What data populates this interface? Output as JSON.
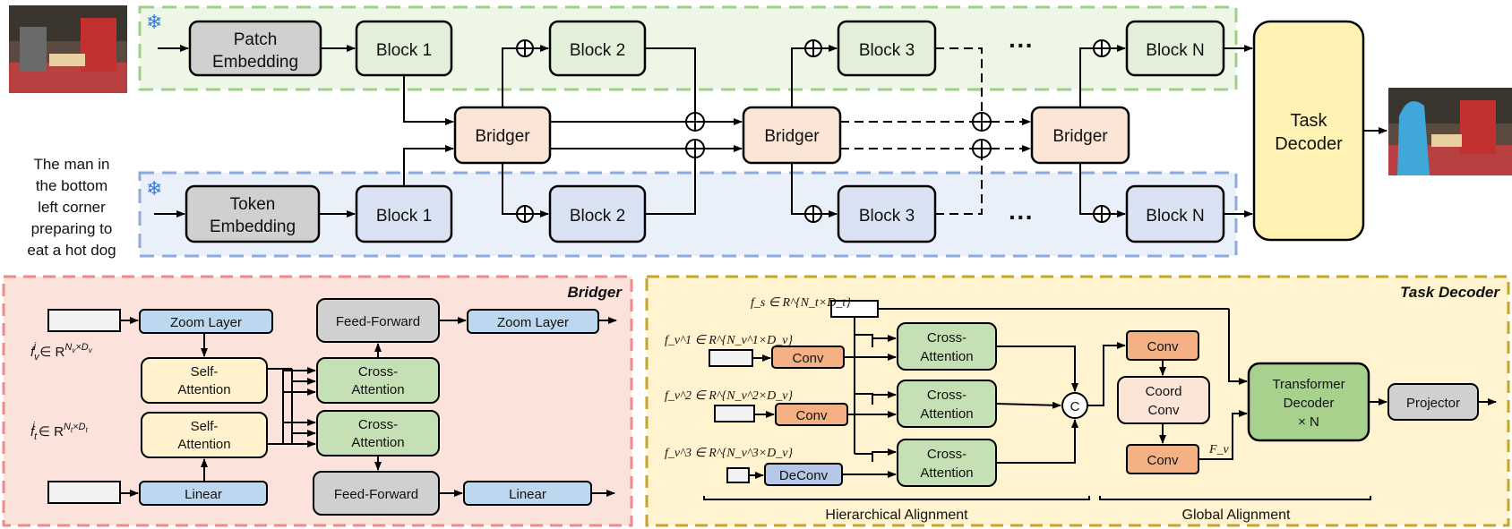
{
  "top": {
    "patch_embedding": [
      "Patch",
      "Embedding"
    ],
    "token_embedding": [
      "Token",
      "Embedding"
    ],
    "block1": "Block 1",
    "block2": "Block 2",
    "block3": "Block 3",
    "blockN": "Block N",
    "bridger": "Bridger",
    "ellipsis": "···",
    "task_decoder": [
      "Task",
      "Decoder"
    ],
    "caption": [
      "The man in",
      "the bottom",
      "left corner",
      "preparing to",
      "eat a hot dog"
    ],
    "snowflake": "❄"
  },
  "bridger_panel": {
    "title": "Bridger",
    "zoom_layer": "Zoom Layer",
    "feed_forward": "Feed-Forward",
    "self_attention": [
      "Self-",
      "Attention"
    ],
    "cross_attention": [
      "Cross-",
      "Attention"
    ],
    "linear": "Linear",
    "fv_label": {
      "base": "f",
      "sub": "v",
      "sup": "i",
      "rest": " ∈ R",
      "exp": "N",
      "exp_sub": "v",
      "exp_mid": "×D",
      "exp_sub2": "v"
    },
    "ft_label": {
      "base": "f",
      "sub": "t",
      "sup": "i",
      "rest": " ∈ R",
      "exp": "N",
      "exp_sub": "t",
      "exp_mid": "×D",
      "exp_sub2": "t"
    }
  },
  "decoder_panel": {
    "title": "Task Decoder",
    "conv": "Conv",
    "deconv": "DeConv",
    "cross_attention": [
      "Cross-",
      "Attention"
    ],
    "coord_conv": [
      "Coord",
      "Conv"
    ],
    "transformer_decoder": [
      "Transformer",
      "Decoder",
      "× N"
    ],
    "projector": "Projector",
    "concat": "C",
    "hierarchical_alignment": "Hierarchical Alignment",
    "global_alignment": "Global Alignment",
    "fs_label": "f_s ∈ R^{N_t×D_t}",
    "fv1_label": "f_v^1 ∈ R^{N_v^1×D_v}",
    "fv2_label": "f_v^2 ∈ R^{N_v^2×D_v}",
    "fv3_label": "f_v^3 ∈ R^{N_v^3×D_v}",
    "Fv_label": "F_v"
  },
  "colors": {
    "frozen_green_border": "#9fd08a",
    "frozen_green_fill": "#eef7e6",
    "frozen_blue_border": "#8eaadb",
    "frozen_blue_fill": "#eaf0fa",
    "block_green": "#e2efd9",
    "block_blue": "#dae3f3",
    "bridger_fill": "#fbe5d6",
    "gray": "#d0d0d0",
    "task_decoder": "#fff2b3",
    "bridger_panel_fill": "#fbe3dc",
    "bridger_panel_border": "#ee8a8a",
    "decoder_panel_fill": "#fff4cf",
    "decoder_panel_border": "#c4a52a",
    "zoom_blue": "#bdd7ee",
    "self_attn": "#fff2cc",
    "cross_attn": "#c5e0b4",
    "conv_orange": "#f4b183",
    "deconv_blue": "#b4c7e7",
    "coord_conv": "#fce4d6",
    "transformer_green": "#a9d18e"
  }
}
